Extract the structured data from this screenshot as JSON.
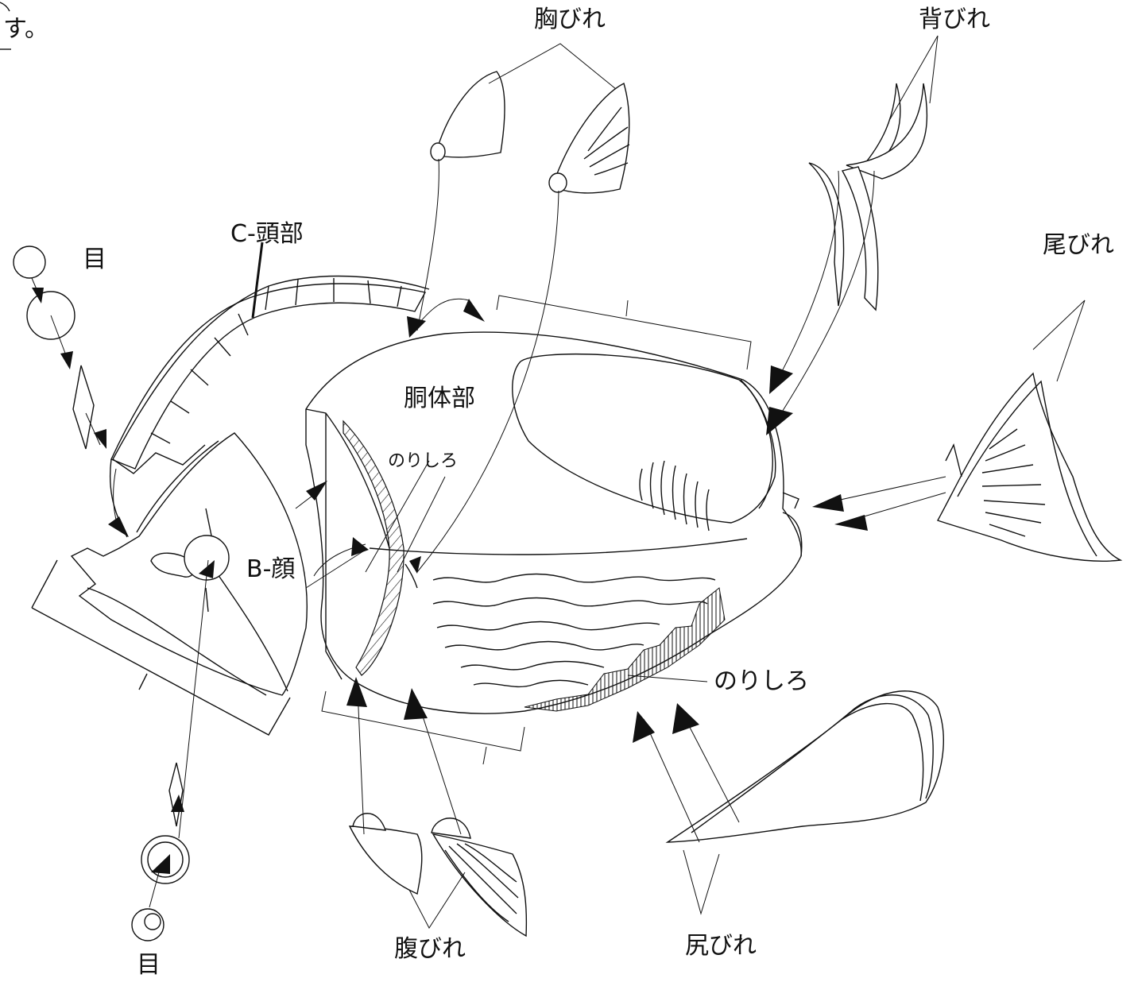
{
  "corner_text": "す。",
  "labels": {
    "pectoral_fin": "胸びれ",
    "dorsal_fin": "背びれ",
    "tail_fin": "尾びれ",
    "eye_top": "目",
    "head": "C-頭部",
    "body": "胴体部",
    "glue_tab_top": "のりしろ",
    "face": "B-顔",
    "glue_tab_bottom": "のりしろ",
    "ventral_fin": "腹びれ",
    "anal_fin": "尻びれ",
    "eye_bottom": "目"
  },
  "colors": {
    "line": "#111111",
    "background": "#ffffff"
  }
}
